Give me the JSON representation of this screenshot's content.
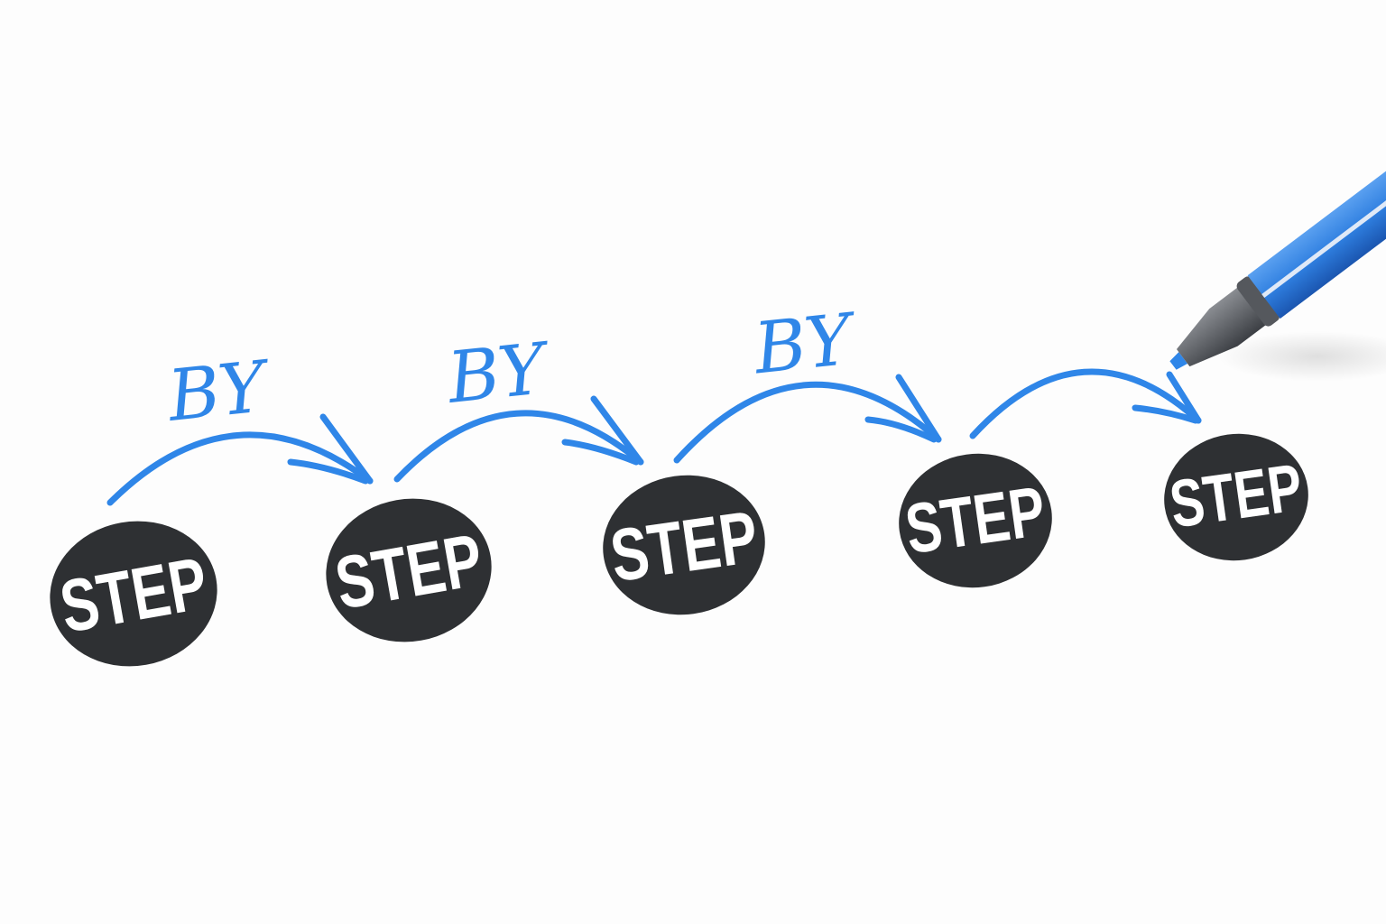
{
  "steps": [
    "STEP",
    "STEP",
    "STEP",
    "STEP",
    "STEP"
  ],
  "connectors": [
    "BY",
    "BY",
    "BY"
  ],
  "colors": {
    "accent": "#2f86e8",
    "circle": "#2e3033",
    "text": "#ffffff",
    "background": "#fdfdfd"
  }
}
